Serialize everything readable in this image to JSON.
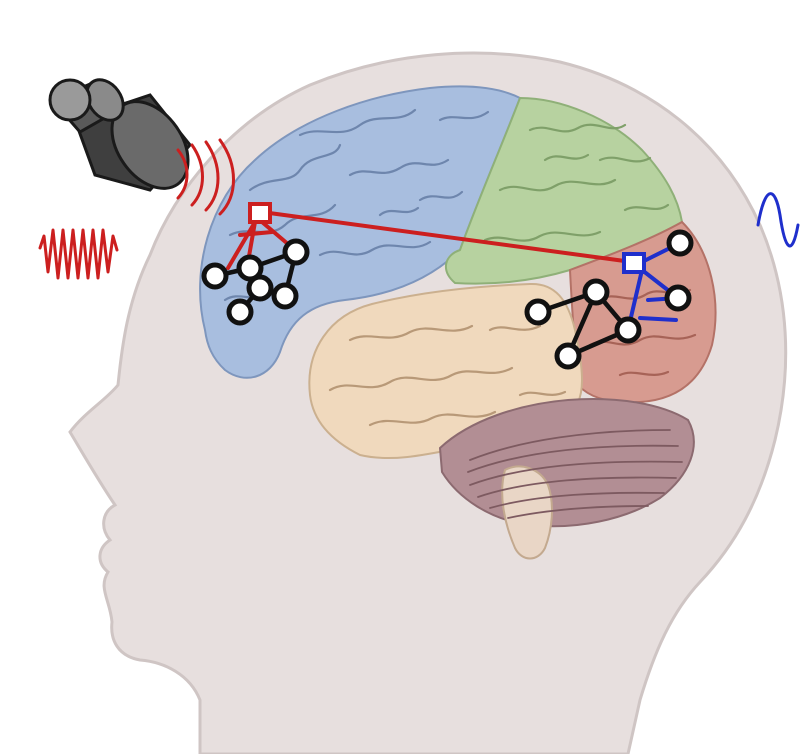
{
  "colors": {
    "background": "#ffffff",
    "head_fill": "#e7dfde",
    "head_outline": "#cfc5c4",
    "frontal_lobe": "#a8bedf",
    "parietal_lobe": "#b7d2a0",
    "occipital_lobe": "#d79b90",
    "temporal_lobe": "#f0d9bd",
    "cerebellum": "#b28e94",
    "brainstem": "#e9d6c6",
    "stimulation_red": "#cc1f1f",
    "recording_blue": "#1f2fcc",
    "network_nodes": "#111111",
    "coil_grey": "#5b5b5b"
  },
  "icons": {
    "stimulator": "tms-coil-icon",
    "stimulation_wave": "sine-wave-icon",
    "recording_wave": "sine-wave-icon"
  },
  "networks": [
    {
      "name": "frontal-network",
      "node_count": 6,
      "anchor_color": "#cc1f1f"
    },
    {
      "name": "occipital-network",
      "node_count": 6,
      "anchor_color": "#1f2fcc"
    }
  ]
}
